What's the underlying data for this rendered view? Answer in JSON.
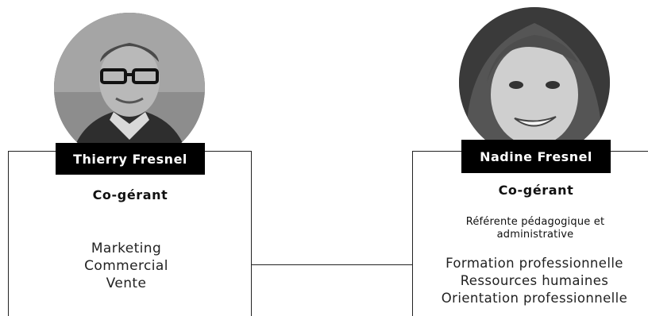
{
  "people": [
    {
      "name": "Thierry Fresnel",
      "role": "Co-gérant",
      "duties": [
        "Marketing",
        "Commercial",
        "Vente"
      ]
    },
    {
      "name": "Nadine Fresnel",
      "role": "Co-gérant",
      "subrole": "Référente pédagogique et administrative",
      "duties": [
        "Formation professionnelle",
        "Ressources humaines",
        "Orientation professionnelle"
      ]
    }
  ]
}
